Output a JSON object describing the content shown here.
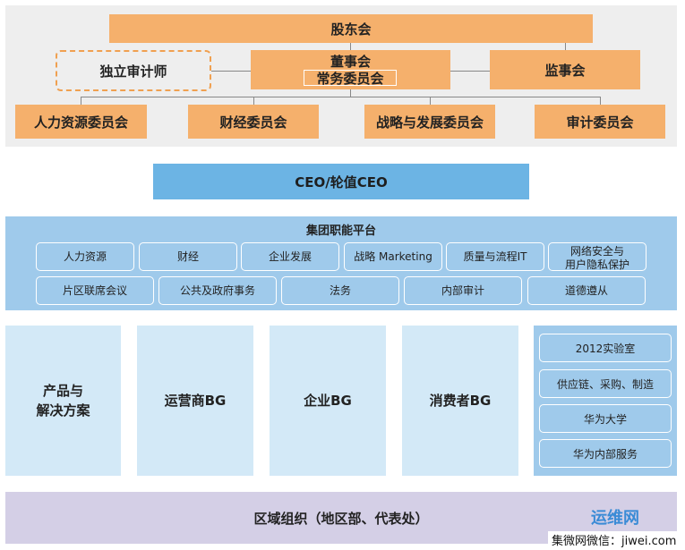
{
  "governance": {
    "shareholders": "股东会",
    "independent_auditor": "独立审计师",
    "board_line1": "董事会",
    "board_line2": "常务委员会",
    "supervisory": "监事会",
    "committees": [
      "人力资源委员会",
      "财经委员会",
      "战略与发展委员会",
      "审计委员会"
    ]
  },
  "ceo": {
    "label": "CEO/轮值CEO"
  },
  "platform": {
    "title": "集团职能平台",
    "row1": [
      "人力资源",
      "财经",
      "企业发展",
      "战略 Marketing",
      "质量与流程IT"
    ],
    "row1_last_line1": "网络安全与",
    "row1_last_line2": "用户隐私保护",
    "row2": [
      "片区联席会议",
      "公共及政府事务",
      "法务",
      "内部审计",
      "道德遵从"
    ]
  },
  "business": {
    "products_line1": "产品与",
    "products_line2": "解决方案",
    "units": [
      "运营商BG",
      "企业BG",
      "消费者BG"
    ]
  },
  "right_column": [
    "2012实验室",
    "供应链、采购、制造",
    "华为大学",
    "华为内部服务"
  ],
  "region": {
    "label": "区域组织（地区部、代表处）"
  },
  "watermark": {
    "logo_text": "运维网",
    "caption": "集微网微信：jiwei.com"
  },
  "colors": {
    "orange": "#f5b06c",
    "ceo_blue": "#6cb4e4",
    "light_blue": "#d3e9f7",
    "platform_blue": "#9fcaeb",
    "lavender": "#d4cfe6"
  }
}
